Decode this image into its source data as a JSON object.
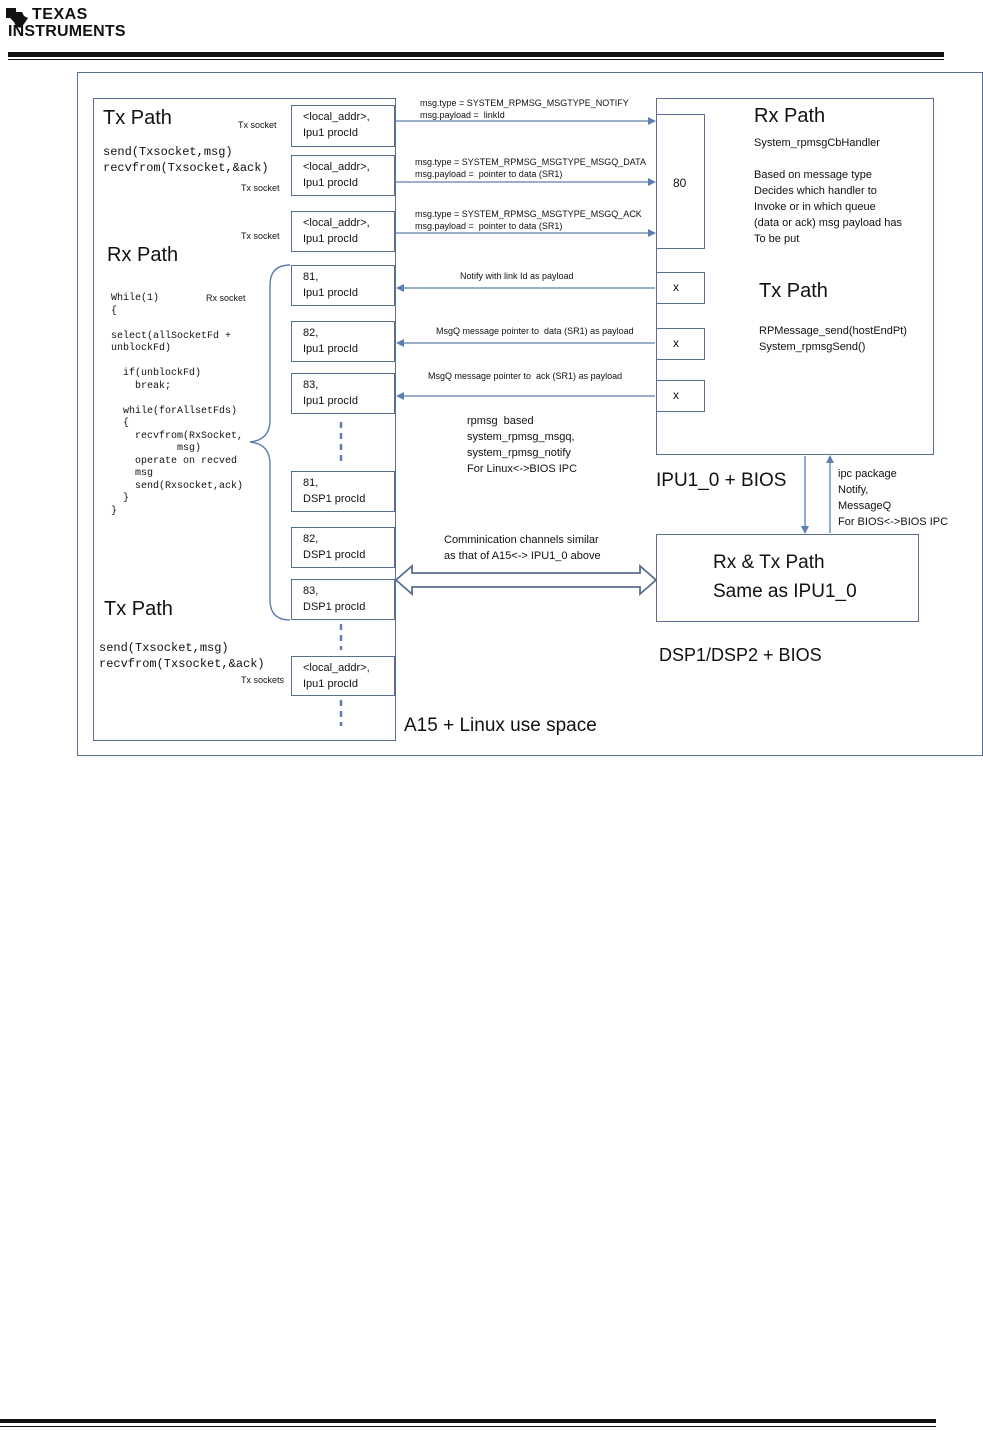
{
  "header": {
    "logo_line1": "TEXAS",
    "logo_line2": "INSTRUMENTS"
  },
  "diagram": {
    "a15": {
      "tx_path_top_title": "Tx Path",
      "tx_path_top_code": "send(Txsocket,msg)\nrecvfrom(Txsocket,&ack)",
      "rx_path_title": "Rx Path",
      "rx_code": "While(1)\n{\n\nselect(allSocketFd +\nunblockFd)\n\n  if(unblockFd)\n    break;\n\n  while(forAllsetFds)\n  {\n    recvfrom(RxSocket,\n           msg)\n    operate on recved\n    msg\n    send(Rxsocket,ack)\n  }\n}",
      "rx_socket_label": "Rx socket",
      "tx_path_bottom_title": "Tx Path",
      "tx_path_bottom_code": "send(Txsocket,msg)\nrecvfrom(Txsocket,&ack)",
      "caption": "A15 + Linux use space"
    },
    "sockets": [
      {
        "text": "<local_addr>,\nIpu1 procId",
        "side_label": "Tx socket"
      },
      {
        "text": "<local_addr>,\nIpu1 procId",
        "side_label": "Tx socket"
      },
      {
        "text": "<local_addr>,\nIpu1 procId",
        "side_label": "Tx socket"
      },
      {
        "text": "81,\nIpu1 procId"
      },
      {
        "text": "82,\nIpu1 procId"
      },
      {
        "text": "83,\nIpu1 procId"
      },
      {
        "text": "81,\nDSP1 procId"
      },
      {
        "text": "82,\nDSP1 procId"
      },
      {
        "text": "83,\nDSP1 procId"
      },
      {
        "text": "<local_addr>,\nIpu1 procId",
        "side_label": "Tx sockets"
      }
    ],
    "messages": [
      "msg.type = SYSTEM_RPMSG_MSGTYPE_NOTIFY\nmsg.payload =  linkId",
      "msg.type = SYSTEM_RPMSG_MSGTYPE_MSGQ_DATA\nmsg.payload =  pointer to data (SR1)",
      "msg.type = SYSTEM_RPMSG_MSGTYPE_MSGQ_ACK\nmsg.payload =  pointer to data (SR1)",
      "Notify with link Id as payload",
      "MsgQ message pointer to  data (SR1) as payload",
      "MsgQ message pointer to  ack (SR1) as payload"
    ],
    "rpmsg_note": "rpmsg  based\nsystem_rpmsg_msgq,\nsystem_rpmsg_notify\nFor Linux<->BIOS IPC",
    "comm_note": "Comminication channels similar\nas that of A15<-> IPU1_0 above",
    "ipu": {
      "rx_title": "Rx Path",
      "handler": "System_rpmsgCbHandler",
      "description": "Based on message type\nDecides which handler to\nInvoke or in which queue\n(data or ack) msg payload has\nTo be put",
      "endpoint": "80",
      "x_marks": [
        "x",
        "x",
        "x"
      ],
      "tx_title": "Tx Path",
      "tx_code": "RPMessage_send(hostEndPt)\nSystem_rpmsgSend()",
      "caption": "IPU1_0 + BIOS"
    },
    "ipc_note": "ipc package\nNotify,\nMessageQ\nFor BIOS<->BIOS IPC",
    "dsp": {
      "box_text": "Rx & Tx Path\nSame as IPU1_0",
      "caption": "DSP1/DSP2 + BIOS"
    }
  },
  "colors": {
    "box_border": "#5a6f8f",
    "arrow": "#5b7faf"
  }
}
